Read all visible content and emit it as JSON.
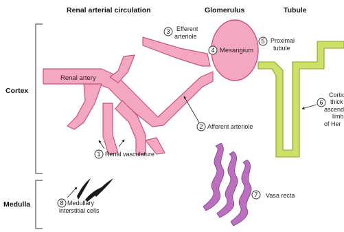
{
  "headers": {
    "renal_arterial_circulation": "Renal arterial circulation",
    "glomerulus": "Glomerulus",
    "tubule": "Tubule"
  },
  "regions": {
    "cortex": "Cortex",
    "medulla": "Medulla"
  },
  "labels": {
    "renal_artery": "Renal artery",
    "efferent_line1": "Efferent",
    "efferent_line2": "arteriole",
    "mesangium": "Mesangium",
    "proximal_line1": "Proximal",
    "proximal_line2": "tubule",
    "afferent_arteriole": "Afferent arteriole",
    "renal_vasculature": "Renal vasculature",
    "cortical_line1": "Cortic",
    "cortical_line2": "thick",
    "cortical_line3": "ascend",
    "cortical_line4": "limb",
    "cortical_line5": "of Her",
    "vasa_recta": "Vasa recta",
    "medullary_line1": "Medullary",
    "medullary_line2": "interstitial cells"
  },
  "numbers": {
    "n1": "1",
    "n2": "2",
    "n3": "3",
    "n4": "4",
    "n5": "5",
    "n6": "6",
    "n7": "7",
    "n8": "8"
  },
  "colors": {
    "vessel_fill": "#f4a7c0",
    "vessel_stroke": "#c9547a",
    "tubule_fill": "#cde06a",
    "tubule_stroke": "#8aa424",
    "vasa_fill": "#bb6fbe",
    "cell_fill": "#1a1a1a"
  }
}
